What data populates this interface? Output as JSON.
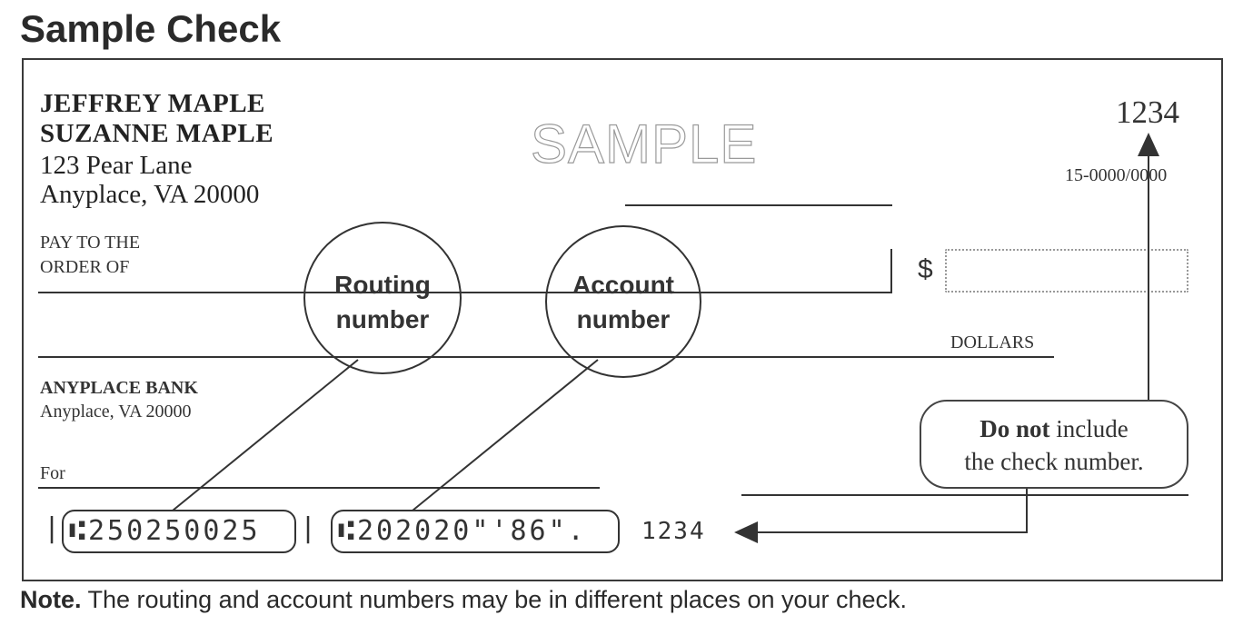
{
  "title": "Sample Check",
  "check": {
    "payer_name_1": "JEFFREY MAPLE",
    "payer_name_2": "SUZANNE MAPLE",
    "address_line_1": "123 Pear Lane",
    "address_line_2": "Anyplace, VA 20000",
    "watermark": "SAMPLE",
    "check_number": "1234",
    "fraction_code": "15-0000/0000",
    "pay_to_line_1": "PAY TO THE",
    "pay_to_line_2": "ORDER OF",
    "dollar_sign": "$",
    "dollars_label": "DOLLARS",
    "bank_name": "ANYPLACE BANK",
    "bank_address": "Anyplace, VA 20000",
    "memo_label": "For",
    "micr_routing_prefix": "|",
    "micr_routing": "⑆250250025",
    "micr_routing_suffix": "|",
    "micr_account": "⑆202020\"'86\".",
    "micr_check_number": "1234"
  },
  "annotations": {
    "routing_label_line_1": "Routing",
    "routing_label_line_2": "number",
    "account_label_line_1": "Account",
    "account_label_line_2": "number",
    "callout_bold": "Do not",
    "callout_rest": " include",
    "callout_line_2": "the check number."
  },
  "note": {
    "bold": "Note.",
    "text": " The routing and account numbers may be in different places on your check."
  }
}
